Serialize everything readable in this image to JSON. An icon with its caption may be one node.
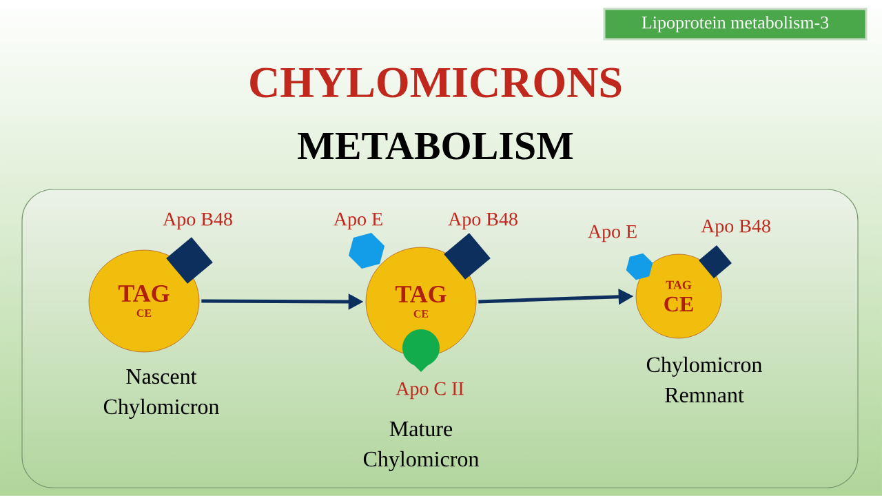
{
  "diagram": {
    "title": "CHYLOMICRONS",
    "nodes": [
      {
        "text": [
          "Lipoprotein metabolism-3"
        ]
      },
      {
        "text": [
          "TAG",
          "CE"
        ],
        "beside": [
          "Nascent Chylomicron"
        ]
      },
      {
        "text": [
          "Apo B48"
        ]
      },
      {
        "text": [
          "TAG",
          "CE"
        ],
        "beside": [
          "Mature Chylomicron"
        ]
      },
      {
        "text": [
          "Apo E"
        ]
      },
      {
        "text": [
          "Apo B48"
        ]
      },
      {
        "text": [
          "Apo C II"
        ]
      },
      {
        "text": [
          "TAG",
          "CE"
        ],
        "beside": [
          "Chylomicron Remnant"
        ]
      },
      {
        "text": [
          "Apo E"
        ]
      },
      {
        "text": [
          "Apo B48"
        ]
      }
    ],
    "edges": [
      {
        "from": 1,
        "to": 3,
        "arrow": "to"
      },
      {
        "from": 3,
        "to": 7,
        "arrow": "to"
      }
    ],
    "labels": [
      "METABOLISM"
    ]
  }
}
